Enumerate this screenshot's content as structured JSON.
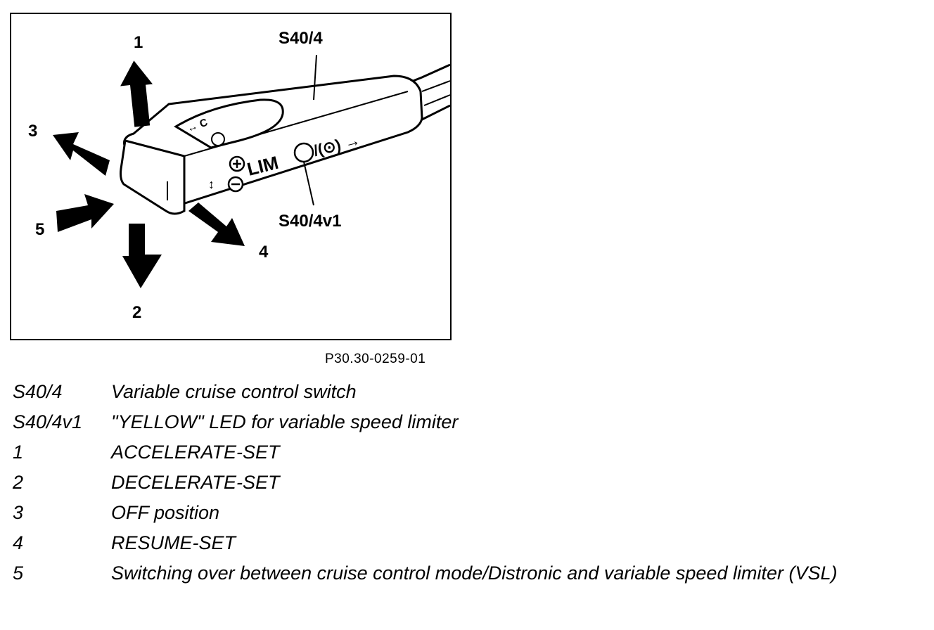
{
  "figure": {
    "labels": {
      "switch": "S40/4",
      "led": "S40/4v1",
      "pos1": "1",
      "pos2": "2",
      "pos3": "3",
      "pos4": "4",
      "pos5": "5",
      "lim": "LIM"
    },
    "code": "P30.30-0259-01"
  },
  "legend": [
    {
      "key": "S40/4",
      "text": "Variable cruise control switch"
    },
    {
      "key": "S40/4v1",
      "text": "\"YELLOW\" LED for variable speed limiter"
    },
    {
      "key": "1",
      "text": "ACCELERATE-SET"
    },
    {
      "key": "2",
      "text": "DECELERATE-SET"
    },
    {
      "key": "3",
      "text": "OFF position"
    },
    {
      "key": "4",
      "text": "RESUME-SET"
    },
    {
      "key": "5",
      "text": "Switching over between cruise control mode/Distronic and variable speed limiter (VSL)"
    }
  ]
}
